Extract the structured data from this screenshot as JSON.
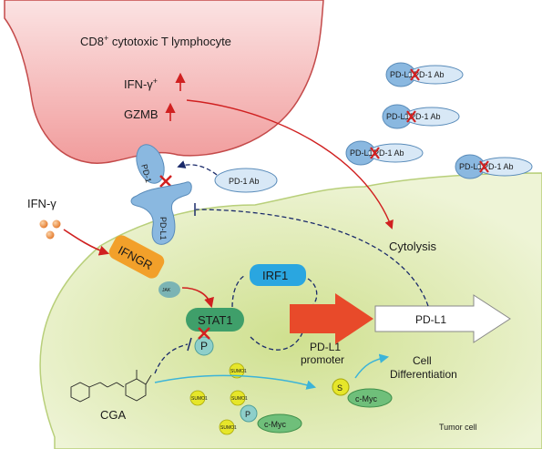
{
  "colors": {
    "t_cell_fill": "#f6c2c2",
    "t_cell_stroke": "#c44a4a",
    "tumor_fill": "#e3edc0",
    "tumor_core": "#c9dd8c",
    "pd1_blue": "#8ab8e0",
    "ab_fill": "#d8e8f6",
    "arrow_red": "#d02020",
    "dash_blue": "#1a2a6a",
    "ifngr_orange": "#f2a02a",
    "jak_teal": "#7bb4b4",
    "stat1_green": "#3f9f6a",
    "irf1_blue": "#2aa6e0",
    "phos_teal": "#8ecfca",
    "sumo_yellow": "#e6e62a",
    "cmyc_green": "#6fbf7a",
    "cyan_arrow": "#3cb4d8",
    "x_mark": "#d22020"
  },
  "labels": {
    "t_cell_title": "CD8",
    "t_cell_title_sup": "+",
    "t_cell_title_rest": " cytotoxic T lymphocyte",
    "ifn_gamma_plus": "IFN-γ",
    "ifn_gamma_plus_sup": "+",
    "gzmb": "GZMB",
    "pd1": "PD-1",
    "pd1_ab": "PD-1 Ab",
    "pdl1_receptor": "PD-L1",
    "ifn_gamma": "IFN-γ",
    "ifngr": "IFNGR",
    "jak": "JAK",
    "irf1": "IRF1",
    "stat1": "STAT1",
    "phospho": "P",
    "pdl1_gene": "PD-L1",
    "pdl1_promoter_1": "PD-L1",
    "pdl1_promoter_2": "promoter",
    "cytolysis": "Cytolysis",
    "cga": "CGA",
    "sumo1": "SUMO1",
    "sumo_s": "S",
    "cmyc": "c-Myc",
    "cell_diff_1": "Cell",
    "cell_diff_2": "Differentiation",
    "tumor_cell": "Tumor cell"
  },
  "free_complexes": [
    {
      "pdl1": "PD-L1",
      "ab": "PD-1 Ab"
    },
    {
      "pdl1": "PD-L1",
      "ab": "PD-1 Ab"
    },
    {
      "pdl1": "PD-L1",
      "ab": "PD-1 Ab"
    },
    {
      "pdl1": "PD-L1",
      "ab": "PD-1 Ab"
    }
  ],
  "sumo_labels": [
    "SUMO1",
    "SUMO1",
    "SUMO1",
    "SUMO1"
  ]
}
